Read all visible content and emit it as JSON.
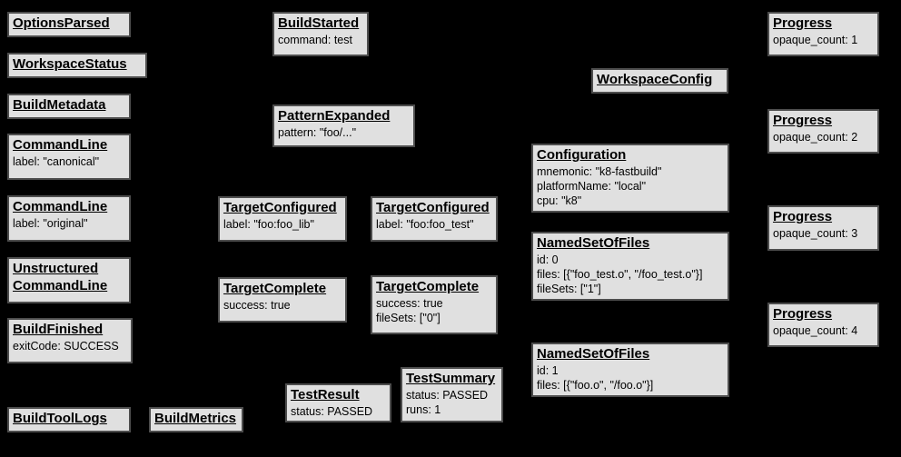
{
  "diagram": {
    "description": "Build event protocol graph",
    "colors": {
      "background": "#000000",
      "box_fill": "#e0e0e0",
      "box_border": "#4d4d4d",
      "text": "#000000"
    }
  },
  "boxes": [
    {
      "name": "options-parsed",
      "title": "OptionsParsed",
      "lines": []
    },
    {
      "name": "workspace-status",
      "title": "WorkspaceStatus",
      "lines": []
    },
    {
      "name": "build-metadata",
      "title": "BuildMetadata",
      "lines": []
    },
    {
      "name": "command-line-canonical",
      "title": "CommandLine",
      "lines": [
        "label: \"canonical\""
      ]
    },
    {
      "name": "command-line-original",
      "title": "CommandLine",
      "lines": [
        "label: \"original\""
      ]
    },
    {
      "name": "unstructured-command-line",
      "title": "Unstructured",
      "title2": "CommandLine",
      "lines": []
    },
    {
      "name": "build-finished",
      "title": "BuildFinished",
      "lines": [
        "exitCode: SUCCESS"
      ]
    },
    {
      "name": "build-tool-logs",
      "title": "BuildToolLogs",
      "lines": []
    },
    {
      "name": "build-metrics",
      "title": "BuildMetrics",
      "lines": []
    },
    {
      "name": "build-started",
      "title": "BuildStarted",
      "lines": [
        "command: test"
      ]
    },
    {
      "name": "pattern-expanded",
      "title": "PatternExpanded",
      "lines": [
        "pattern: \"foo/...\""
      ]
    },
    {
      "name": "target-configured-foo-lib",
      "title": "TargetConfigured",
      "lines": [
        "label: \"foo:foo_lib\""
      ]
    },
    {
      "name": "target-configured-foo-test",
      "title": "TargetConfigured",
      "lines": [
        "label: \"foo:foo_test\""
      ]
    },
    {
      "name": "target-complete-foo-lib",
      "title": "TargetComplete",
      "lines": [
        "success: true"
      ]
    },
    {
      "name": "target-complete-foo-test",
      "title": "TargetComplete",
      "lines": [
        "success: true",
        "fileSets: [\"0\"]"
      ]
    },
    {
      "name": "test-result",
      "title": "TestResult",
      "lines": [
        "status: PASSED"
      ]
    },
    {
      "name": "test-summary",
      "title": "TestSummary",
      "lines": [
        "status: PASSED",
        "runs: 1"
      ]
    },
    {
      "name": "workspace-config",
      "title": "WorkspaceConfig",
      "lines": []
    },
    {
      "name": "configuration",
      "title": "Configuration",
      "lines": [
        "mnemonic: \"k8-fastbuild\"",
        "platformName: \"local\"",
        "cpu: \"k8\""
      ]
    },
    {
      "name": "named-set-of-files-0",
      "title": "NamedSetOfFiles",
      "lines": [
        "id: 0",
        "files: [{\"foo_test.o\", \"/foo_test.o\"}]",
        "fileSets: [\"1\"]"
      ]
    },
    {
      "name": "named-set-of-files-1",
      "title": "NamedSetOfFiles",
      "lines": [
        "id: 1",
        "files: [{\"foo.o\", \"/foo.o\"}]"
      ]
    },
    {
      "name": "progress-1",
      "title": "Progress",
      "lines": [
        "opaque_count: 1"
      ]
    },
    {
      "name": "progress-2",
      "title": "Progress",
      "lines": [
        "opaque_count: 2"
      ]
    },
    {
      "name": "progress-3",
      "title": "Progress",
      "lines": [
        "opaque_count: 3"
      ]
    },
    {
      "name": "progress-4",
      "title": "Progress",
      "lines": [
        "opaque_count: 4"
      ]
    }
  ]
}
